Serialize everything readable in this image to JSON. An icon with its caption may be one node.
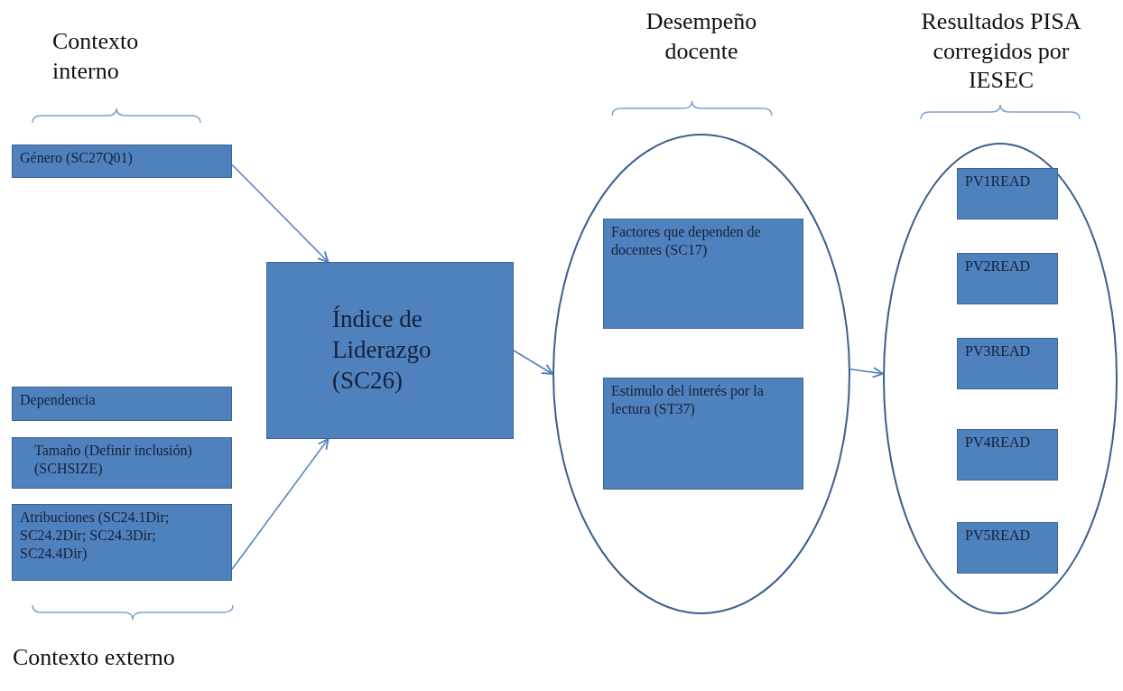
{
  "diagram": {
    "nodes": [
      {
        "text": [
          "Género (SC27Q01)"
        ]
      },
      {
        "text": [
          "Dependencia"
        ]
      },
      {
        "text": [
          "Tamaño (Definir inclusión) (SCHSIZE)"
        ]
      },
      {
        "text": [
          "Atribuciones (SC24.1Dir; SC24.2Dir; SC24.3Dir; SC24.4Dir)"
        ]
      },
      {
        "text": [
          "Índice de Liderazgo (SC26)"
        ]
      },
      {
        "text": [
          "Desempeño docente"
        ]
      },
      {
        "text": [
          "Factores que dependen de docentes (SC17)"
        ],
        "in": 5
      },
      {
        "text": [
          "Estimulo del interés por la lectura (ST37)"
        ],
        "in": 5
      },
      {
        "text": [
          "Resultados PISA corregidos por IESEC"
        ]
      },
      {
        "text": [
          "PV1READ"
        ],
        "in": 8
      },
      {
        "text": [
          "PV2READ"
        ],
        "in": 8
      },
      {
        "text": [
          "PV3READ"
        ],
        "in": 8
      },
      {
        "text": [
          "PV4READ"
        ],
        "in": 8
      },
      {
        "text": [
          "PV5READ"
        ],
        "in": 8
      }
    ],
    "edges": [
      {
        "from": 0,
        "to": 4,
        "arrow": "to"
      },
      {
        "from": 3,
        "to": 4,
        "arrow": "to"
      },
      {
        "from": 4,
        "to": 5,
        "arrow": "to"
      },
      {
        "from": 5,
        "to": 8,
        "arrow": "to"
      }
    ],
    "labels": [
      "Contexto interno",
      "Contexto externo"
    ]
  }
}
